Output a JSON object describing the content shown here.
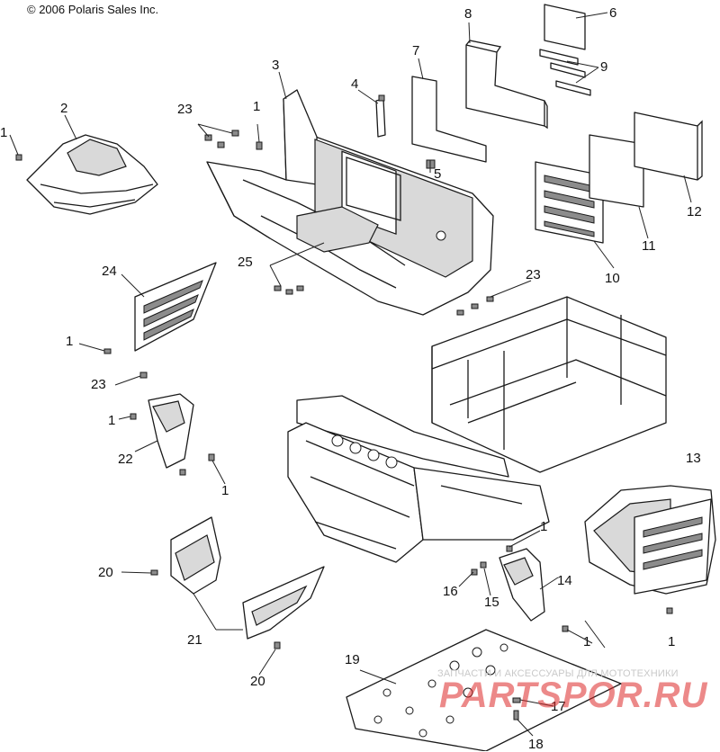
{
  "copyright": "© 2006 Polaris Sales Inc.",
  "watermark": {
    "small": "ЗАПЧАСТИ И АКСЕССУАРЫ ДЛЯ МОТОТЕХНИКИ",
    "big": "PARTSPOR.RU"
  },
  "callouts": [
    "1",
    "1",
    "1",
    "1",
    "1",
    "1",
    "1",
    "1",
    "2",
    "3",
    "4",
    "5",
    "6",
    "7",
    "8",
    "9",
    "10",
    "11",
    "12",
    "13",
    "14",
    "15",
    "16",
    "17",
    "18",
    "19",
    "20",
    "20",
    "21",
    "22",
    "23",
    "23",
    "23",
    "24",
    "25"
  ]
}
